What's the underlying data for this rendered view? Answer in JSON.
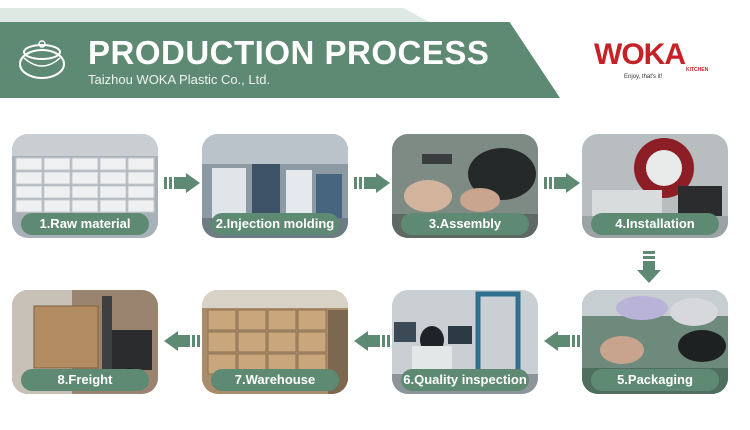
{
  "header": {
    "title": "PRODUCTION PROCESS",
    "subtitle": "Taizhou WOKA Plastic Co., Ltd."
  },
  "brand": {
    "name": "WOKA",
    "kitchen": "KITCHEN",
    "tagline": "Enjoy, that's it!"
  },
  "steps": [
    {
      "label": "1.Raw material"
    },
    {
      "label": "2.Injection molding"
    },
    {
      "label": "3.Assembly"
    },
    {
      "label": "4.Installation"
    },
    {
      "label": "5.Packaging"
    },
    {
      "label": "6.Quality inspection"
    },
    {
      "label": "7.Warehouse"
    },
    {
      "label": "8.Freight"
    }
  ],
  "colors": {
    "accent": "#5e8a73",
    "brand": "#c62127"
  }
}
